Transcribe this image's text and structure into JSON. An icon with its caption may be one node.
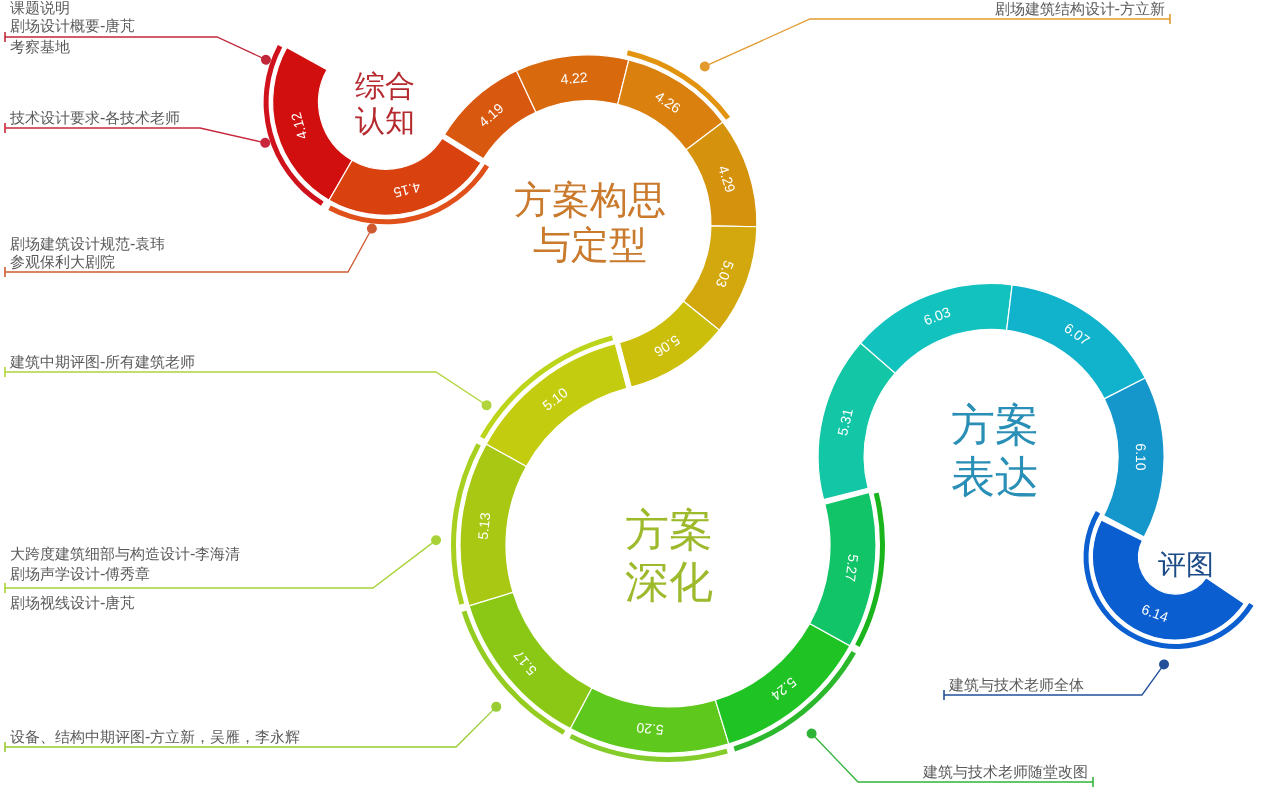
{
  "diagram": {
    "nodes": [
      {
        "text": [
          "4.12"
        ]
      },
      {
        "text": [
          "4.15"
        ]
      },
      {
        "text": [
          "4.19"
        ]
      },
      {
        "text": [
          "4.22"
        ]
      },
      {
        "text": [
          "4.26"
        ]
      },
      {
        "text": [
          "4.29"
        ]
      },
      {
        "text": [
          "5.03"
        ]
      },
      {
        "text": [
          "5.06"
        ]
      },
      {
        "text": [
          "5.10"
        ]
      },
      {
        "text": [
          "5.13"
        ]
      },
      {
        "text": [
          "5.17"
        ]
      },
      {
        "text": [
          "5.20"
        ]
      },
      {
        "text": [
          "5.24"
        ]
      },
      {
        "text": [
          "5.27"
        ]
      },
      {
        "text": [
          "5.31"
        ]
      },
      {
        "text": [
          "6.03"
        ]
      },
      {
        "text": [
          "6.07"
        ]
      },
      {
        "text": [
          "6.10"
        ]
      },
      {
        "text": [
          "6.14"
        ]
      },
      {
        "text": [],
        "shape": "arc"
      },
      {
        "text": [],
        "shape": "arc"
      },
      {
        "text": [],
        "shape": "arc"
      },
      {
        "text": [],
        "shape": "arc"
      },
      {
        "text": [],
        "shape": "arc"
      },
      {
        "text": [],
        "shape": "arc"
      },
      {
        "text": [],
        "shape": "arc"
      },
      {
        "text": [],
        "shape": "arc"
      },
      {
        "text": [],
        "shape": "arc"
      },
      {
        "text": [],
        "shape": "arc"
      },
      {
        "text": [
          "课题说明",
          "剧场设计概要-唐芃",
          "考察基地"
        ]
      },
      {
        "text": [
          "技术设计要求-各技术老师"
        ]
      },
      {
        "text": [
          "剧场建筑设计规范-袁玮",
          "参观保利大剧院"
        ]
      },
      {
        "text": [
          "剧场建筑结构设计-方立新"
        ]
      },
      {
        "text": [
          "建筑中期评图-所有建筑老师"
        ]
      },
      {
        "text": [
          "大跨度建筑细部与构造设计-李海清",
          "剧场声学设计-傅秀章",
          "剧场视线设计-唐芃"
        ]
      },
      {
        "text": [
          "设备、结构中期评图-方立新，吴雁，李永辉"
        ]
      },
      {
        "text": [
          "建筑与技术老师随堂改图"
        ]
      },
      {
        "text": [
          "建筑与技术老师全体"
        ]
      }
    ],
    "edges": [
      {
        "from": 29,
        "to": 19,
        "arrow": "other",
        "color": "#c0283a"
      },
      {
        "from": 30,
        "to": 19,
        "arrow": "other",
        "color": "#c8283c"
      },
      {
        "from": 31,
        "to": 20,
        "arrow": "other",
        "color": "#cf5a32"
      },
      {
        "from": 32,
        "to": 21,
        "arrow": "other",
        "color": "#e29a2e"
      },
      {
        "from": 33,
        "to": 22,
        "arrow": "other",
        "color": "#b0d43c"
      },
      {
        "from": 34,
        "to": 23,
        "arrow": "other",
        "color": "#a8d238"
      },
      {
        "from": 35,
        "to": 24,
        "arrow": "other",
        "color": "#98cc32"
      },
      {
        "from": 36,
        "to": 26,
        "arrow": "other",
        "color": "#30b438"
      },
      {
        "from": 37,
        "to": 28,
        "arrow": "other",
        "color": "#23509a"
      }
    ],
    "labels": [
      "综合认知",
      "方案构思与定型",
      "方案深化",
      "方案表达",
      "评图"
    ]
  }
}
